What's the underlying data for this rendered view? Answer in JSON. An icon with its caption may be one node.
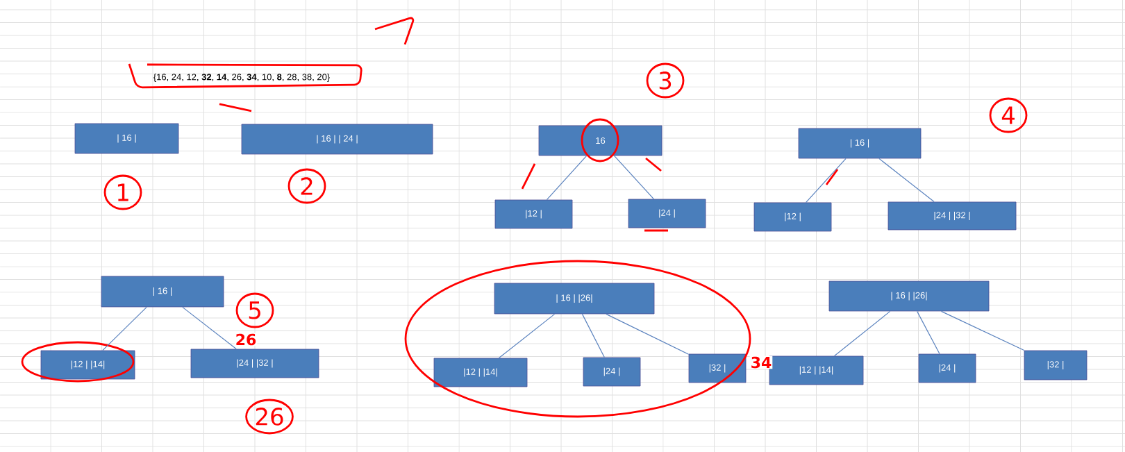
{
  "diagram": {
    "nodes": [
      {
        "text": [
          "| 16 |"
        ]
      },
      {
        "text": [
          "| 16 | | 24 |"
        ]
      },
      {
        "text": [
          "16"
        ]
      },
      {
        "text": [
          "|12 |"
        ]
      },
      {
        "text": [
          "|24 |"
        ]
      },
      {
        "text": [
          "| 16 |"
        ]
      },
      {
        "text": [
          "|12 |"
        ]
      },
      {
        "text": [
          "|24 | |32 |"
        ]
      },
      {
        "text": [
          "| 16 |"
        ]
      },
      {
        "text": [
          "|12 | |14|"
        ]
      },
      {
        "text": [
          "|24 | |32 |"
        ]
      },
      {
        "text": [
          "| 16 | |26|"
        ]
      },
      {
        "text": [
          "|12 | |14|"
        ]
      },
      {
        "text": [
          "|24 |"
        ]
      },
      {
        "text": [
          "|32 |"
        ]
      },
      {
        "text": [
          "| 16 | |26|"
        ]
      },
      {
        "text": [
          "|12 | |14|"
        ]
      },
      {
        "text": [
          "|24 |"
        ]
      },
      {
        "text": [
          "|32 |"
        ]
      }
    ],
    "edges": [
      {
        "from": 2,
        "to": 3,
        "arrow": "none"
      },
      {
        "from": 2,
        "to": 4,
        "arrow": "none"
      },
      {
        "from": 5,
        "to": 6,
        "arrow": "none"
      },
      {
        "from": 5,
        "to": 7,
        "arrow": "none"
      },
      {
        "from": 8,
        "to": 9,
        "arrow": "none"
      },
      {
        "from": 8,
        "to": 10,
        "arrow": "none"
      },
      {
        "from": 11,
        "to": 12,
        "arrow": "none"
      },
      {
        "from": 11,
        "to": 13,
        "arrow": "none"
      },
      {
        "from": 11,
        "to": 14,
        "arrow": "none"
      },
      {
        "from": 15,
        "to": 16,
        "arrow": "none"
      },
      {
        "from": 15,
        "to": 17,
        "arrow": "none"
      },
      {
        "from": 15,
        "to": 18,
        "arrow": "none"
      }
    ],
    "labels": [
      "{16, 24, 12, **32**, **14**, 26, **34**, 10, **8**, 28, 38, 20}",
      "3",
      "4",
      "1",
      "2",
      "5",
      "26",
      "34",
      "26"
    ]
  }
}
